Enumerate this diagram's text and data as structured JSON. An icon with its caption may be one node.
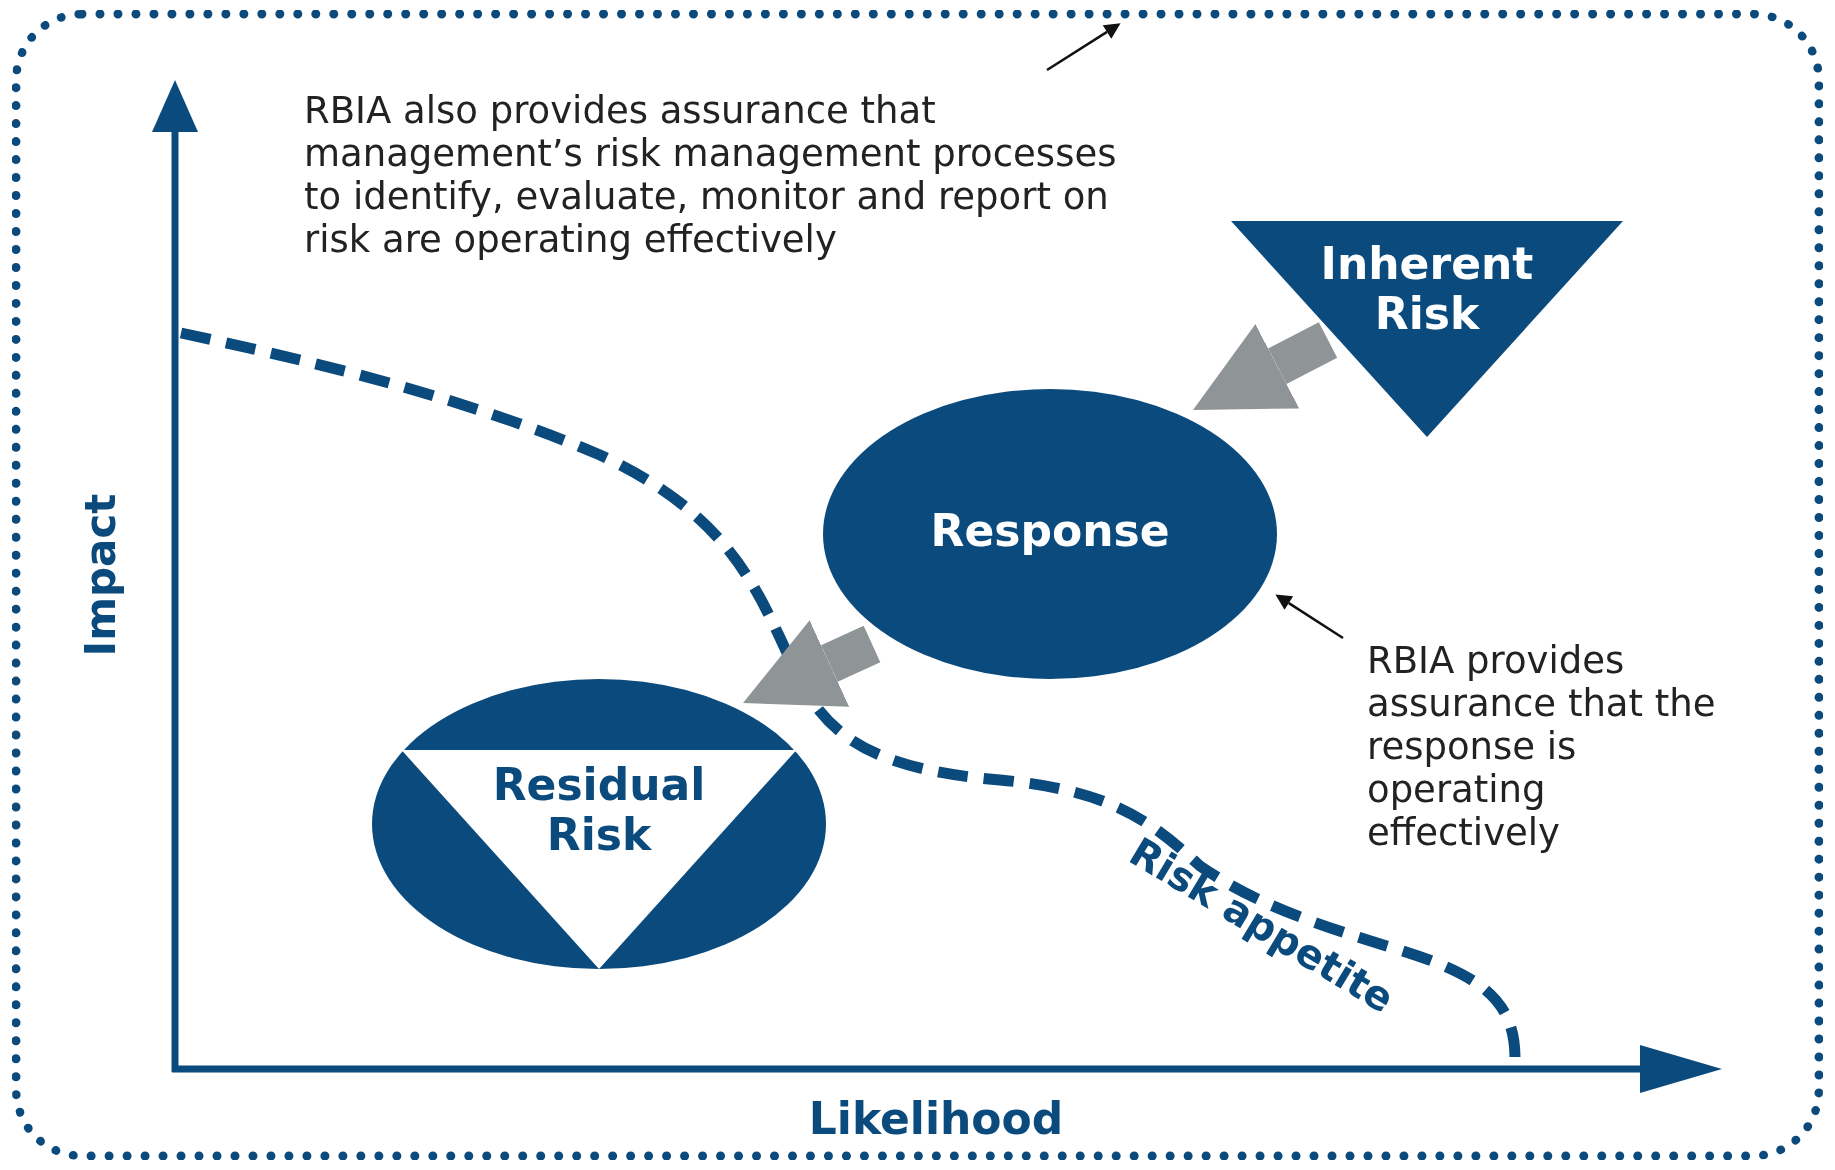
{
  "diagram": {
    "nodes": [
      {
        "text": [],
        "shape": "box"
      },
      {
        "text": [
          "RBIA also provides assurance that management’s risk management processes to identify, evaluate, monitor and report on risk are operating effectively"
        ],
        "in": 0
      },
      {
        "text": [
          "Inherent Risk"
        ],
        "in": 0
      },
      {
        "text": [
          "Response"
        ],
        "in": 0
      },
      {
        "text": [
          "Residual Risk"
        ],
        "in": 0
      },
      {
        "text": [
          "RBIA provides assurance that the response is operating effectively"
        ],
        "in": 0
      }
    ],
    "edges": [
      {
        "from": 1,
        "to": 0,
        "arrow": "to"
      },
      {
        "from": 2,
        "to": 3,
        "arrow": "to",
        "style": "thick",
        "color": "#8f9496"
      },
      {
        "from": 3,
        "to": 4,
        "arrow": "to",
        "style": "thick",
        "color": "#8f9496"
      },
      {
        "from": 5,
        "to": 3,
        "arrow": "to"
      }
    ],
    "labels": [
      "Impact",
      "Risk appetite",
      "Likelihood"
    ]
  }
}
